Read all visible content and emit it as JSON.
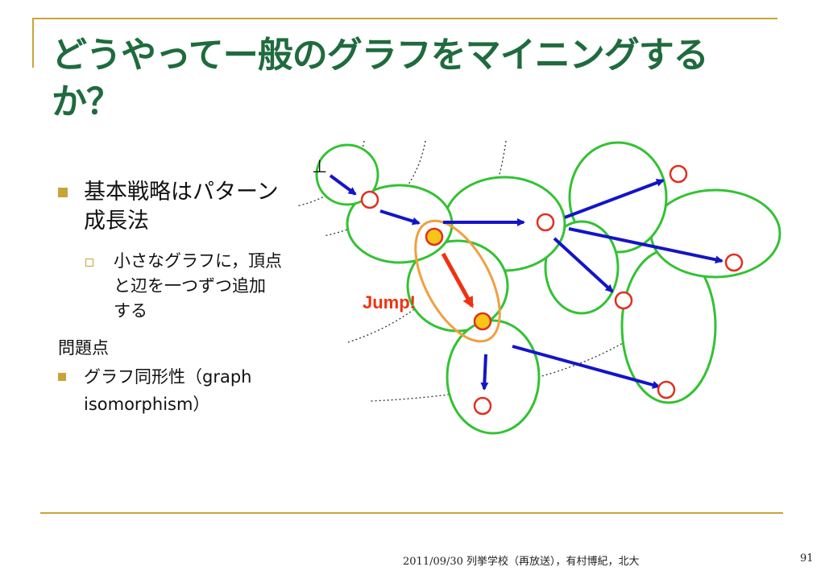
{
  "slide": {
    "title": "どうやってー般のグラフをマイニングするか？",
    "bullet1": "基本戦略はパターン成長法",
    "bullet1_line1": "基本戦略はパターン",
    "bullet1_line2": "成長法",
    "sub1_line1": "小さなグラフに，頂点",
    "sub1_line2": "と辺を一つずつ追加",
    "sub1_line3": "する",
    "problem_heading": "問題点",
    "bullet2_line1": "グラフ同形性（graph",
    "bullet2_line2": "isomorphism）"
  },
  "diagram": {
    "root_label": "⊥",
    "jump_label": "Jump!",
    "colors": {
      "node_outline": "#33c233",
      "vertex": "#e03020",
      "highlight_vertex": "#f5c518",
      "arrow": "#1414c8",
      "jump_arrow": "#ee3311",
      "jump_ellipse": "#f0a040",
      "jump_text": "#ee3311"
    }
  },
  "footer": {
    "text": "2011/09/30 列挙学校（再放送），有村博紀，北大",
    "page": "91"
  }
}
